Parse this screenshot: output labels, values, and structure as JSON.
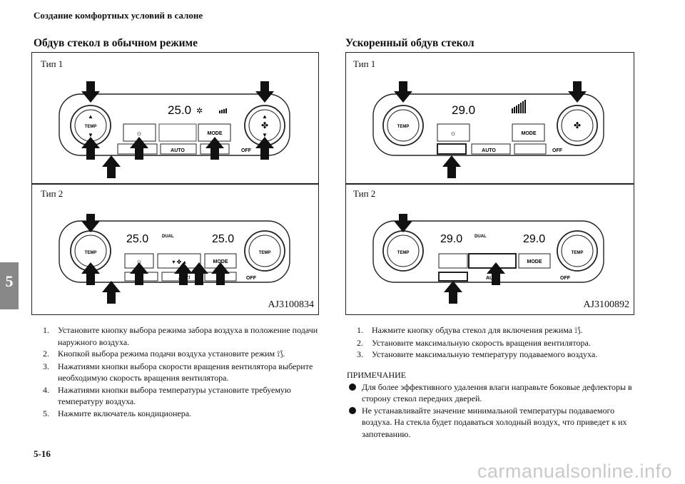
{
  "header": {
    "section_title": "Создание комфортных условий в салоне"
  },
  "left": {
    "title": "Обдув стекол в обычном режиме",
    "type1": "Тип 1",
    "type2": "Тип 2",
    "figure_code": "AJ3100834",
    "steps": [
      {
        "num": "1.",
        "text": "Установите кнопку выбора режима забора воздуха в положение подачи наружного воздуха."
      },
      {
        "num": "2.",
        "text": "Кнопкой выбора режима подачи воздуха установите режим",
        "tail": "."
      },
      {
        "num": "3.",
        "text": "Нажатиями кнопки выбора скорости вращения вентилятора выберите необходимую скорость вращения вентилятора."
      },
      {
        "num": "4.",
        "text": "Нажатиями кнопки выбора температуры установите требуемую температуру воздуха."
      },
      {
        "num": "5.",
        "text": "Нажмите включатель кондиционера."
      }
    ],
    "display": {
      "t1_temp": "25.0",
      "t2_temp_left": "25.0",
      "t2_temp_right": "25.0",
      "dual": "DUAL"
    }
  },
  "right": {
    "title": "Ускоренный обдув стекол",
    "type1": "Тип 1",
    "type2": "Тип 2",
    "figure_code": "AJ3100892",
    "steps": [
      {
        "num": "1.",
        "text": "Нажмите кнопку обдува стекол для включения режима",
        "tail": "."
      },
      {
        "num": "2.",
        "text": "Установите максимальную скорость вращения вентилятора."
      },
      {
        "num": "3.",
        "text": "Установите максимальную температуру подаваемого воздуха."
      }
    ],
    "note_heading": "ПРИМЕЧАНИЕ",
    "notes": [
      "Для более эффективного удаления влаги направьте боковые дефлекторы в сторону стекол передних дверей.",
      "Не устанавливайте значение минимальной температуры подаваемого воздуха. На стекла будет подаваться холодный воздух, что приведет к их запотеванию."
    ],
    "display": {
      "t1_temp": "29.0",
      "t2_temp_left": "29.0",
      "t2_temp_right": "29.0",
      "dual": "DUAL"
    }
  },
  "panel_labels": {
    "temp": "TEMP",
    "mode": "MODE",
    "auto": "AUTO",
    "off": "OFF",
    "auto_partial": "AUT/"
  },
  "chapter": "5",
  "page_number": "5-16",
  "watermark": "carmanualsonline.info"
}
